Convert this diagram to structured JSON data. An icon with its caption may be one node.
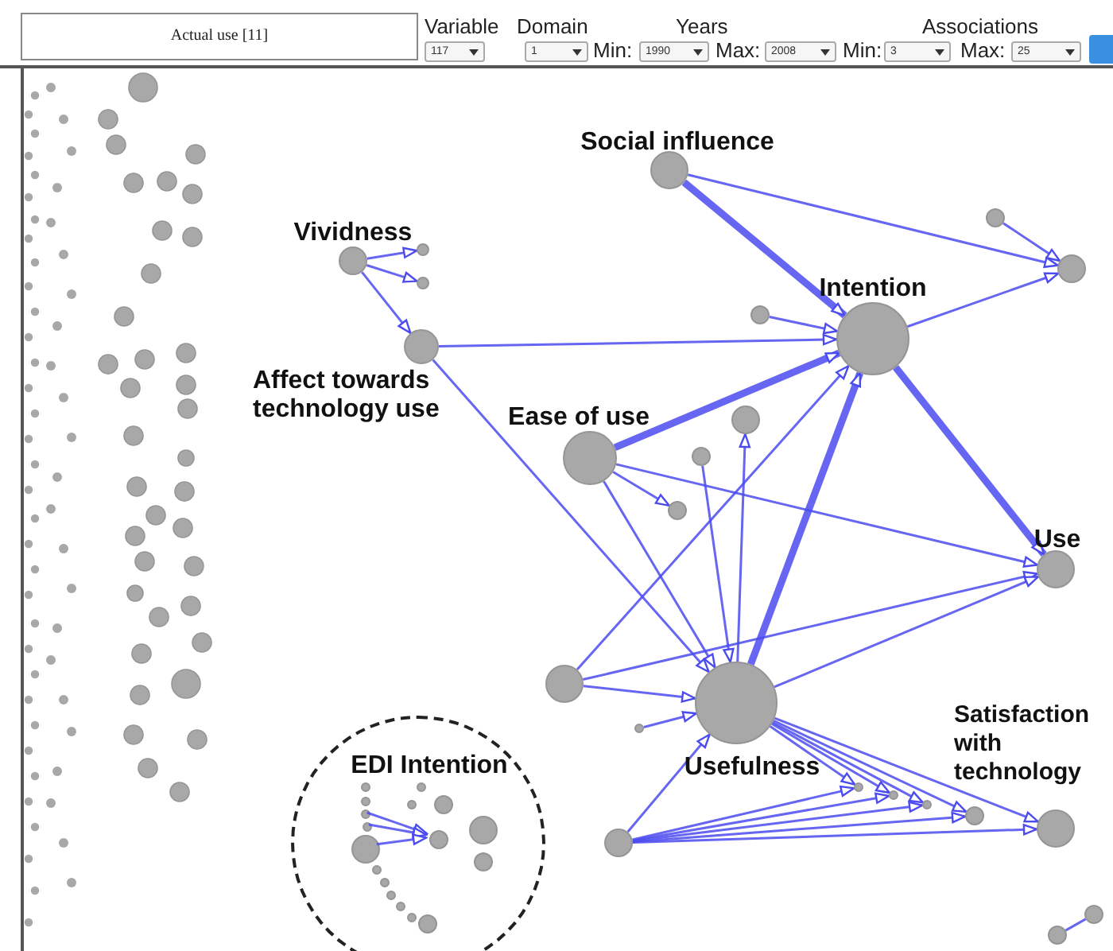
{
  "diagram": {
    "nodes": [
      {
        "text": [
          "Social influence"
        ]
      },
      {
        "text": [
          "Vividness"
        ]
      },
      {
        "text": [
          "Affect towards technology use"
        ]
      },
      {
        "text": [
          "Intention"
        ]
      },
      {
        "text": [
          "Ease of use"
        ]
      },
      {
        "text": [
          "Use"
        ]
      },
      {
        "text": [
          "Usefulness"
        ]
      },
      {
        "text": [
          "Satisfaction with technology"
        ]
      },
      {
        "text": [
          "EDI Intention"
        ]
      },
      {
        "text": [],
        "shape": "circle"
      },
      {
        "text": [],
        "shape": "circle"
      },
      {
        "text": [],
        "shape": "circle"
      },
      {
        "text": [],
        "shape": "circle"
      },
      {
        "text": [],
        "shape": "circle"
      },
      {
        "text": [],
        "shape": "circle"
      },
      {
        "text": [],
        "shape": "circle"
      },
      {
        "text": [],
        "shape": "circle"
      },
      {
        "text": [],
        "shape": "circle"
      },
      {
        "text": [],
        "shape": "circle"
      },
      {
        "text": [],
        "shape": "circle"
      },
      {
        "text": [],
        "shape": "circle"
      },
      {
        "text": [],
        "shape": "circle"
      },
      {
        "text": [],
        "shape": "circle"
      },
      {
        "text": [],
        "shape": "circle"
      },
      {
        "text": [],
        "shape": "circle"
      },
      {
        "text": [],
        "shape": "circle"
      },
      {
        "text": [],
        "shape": "circle",
        "in": 8
      },
      {
        "text": [],
        "shape": "circle",
        "in": 8
      },
      {
        "text": [],
        "shape": "circle",
        "in": 8
      },
      {
        "text": [],
        "shape": "circle",
        "in": 8
      },
      {
        "text": [],
        "shape": "circle",
        "in": 8
      },
      {
        "text": [],
        "shape": "circle",
        "in": 8
      },
      {
        "text": [],
        "shape": "circle",
        "in": 8
      },
      {
        "text": [],
        "shape": "circle",
        "in": 8
      },
      {
        "text": [],
        "shape": "circle",
        "in": 8
      },
      {
        "text": [],
        "shape": "circle",
        "in": 8
      },
      {
        "text": [],
        "shape": "circle",
        "in": 8
      },
      {
        "text": [],
        "shape": "circle",
        "in": 8
      },
      {
        "text": [],
        "shape": "circle",
        "in": 8
      },
      {
        "text": [],
        "shape": "circle",
        "in": 8
      },
      {
        "text": [],
        "shape": "circle",
        "in": 8
      },
      {
        "text": [],
        "shape": "circle",
        "in": 8
      },
      {
        "text": [],
        "shape": "circle",
        "in": 8
      }
    ],
    "edges": [
      {
        "from": 1,
        "to": 9,
        "arrow": "to"
      },
      {
        "from": 1,
        "to": 10,
        "arrow": "to"
      },
      {
        "from": 1,
        "to": 2,
        "arrow": "to"
      },
      {
        "from": 0,
        "to": 3,
        "arrow": "to",
        "style": "thick"
      },
      {
        "from": 0,
        "to": 12,
        "arrow": "to"
      },
      {
        "from": 2,
        "to": 3,
        "arrow": "to"
      },
      {
        "from": 2,
        "to": 6,
        "arrow": "to"
      },
      {
        "from": 13,
        "to": 3,
        "arrow": "to"
      },
      {
        "from": 4,
        "to": 3,
        "arrow": "to",
        "style": "thick"
      },
      {
        "from": 4,
        "to": 16,
        "arrow": "to"
      },
      {
        "from": 4,
        "to": 5,
        "arrow": "to"
      },
      {
        "from": 4,
        "to": 6,
        "arrow": "to"
      },
      {
        "from": 6,
        "to": 14,
        "arrow": "to"
      },
      {
        "from": 15,
        "to": 6,
        "arrow": "to"
      },
      {
        "from": 3,
        "to": 12,
        "arrow": "to"
      },
      {
        "from": 3,
        "to": 5,
        "arrow": "to",
        "style": "thick"
      },
      {
        "from": 6,
        "to": 3,
        "arrow": "to",
        "style": "thick"
      },
      {
        "from": 17,
        "to": 3,
        "arrow": "to"
      },
      {
        "from": 17,
        "to": 5,
        "arrow": "to"
      },
      {
        "from": 17,
        "to": 6,
        "arrow": "to"
      },
      {
        "from": 18,
        "to": 6,
        "arrow": "to"
      },
      {
        "from": 19,
        "to": 6,
        "arrow": "to"
      },
      {
        "from": 19,
        "to": 20,
        "arrow": "to"
      },
      {
        "from": 19,
        "to": 21,
        "arrow": "to"
      },
      {
        "from": 19,
        "to": 22,
        "arrow": "to"
      },
      {
        "from": 19,
        "to": 23,
        "arrow": "to"
      },
      {
        "from": 19,
        "to": 7,
        "arrow": "to"
      },
      {
        "from": 6,
        "to": 20,
        "arrow": "to"
      },
      {
        "from": 6,
        "to": 21,
        "arrow": "to"
      },
      {
        "from": 6,
        "to": 22,
        "arrow": "to"
      },
      {
        "from": 6,
        "to": 23,
        "arrow": "to"
      },
      {
        "from": 6,
        "to": 7,
        "arrow": "to"
      },
      {
        "from": 6,
        "to": 5,
        "arrow": "to"
      },
      {
        "from": 11,
        "to": 12,
        "arrow": "to"
      },
      {
        "from": 24,
        "to": 25,
        "arrow": "none"
      },
      {
        "from": 28,
        "to": 40,
        "arrow": "to"
      },
      {
        "from": 29,
        "to": 40,
        "arrow": "to"
      },
      {
        "from": 30,
        "to": 40,
        "arrow": "to"
      }
    ],
    "labels": [
      "Actual use [11]",
      "Variable",
      "Domain",
      "Years",
      "Associations",
      "117",
      "1",
      "Min:",
      "1990",
      "Max:",
      "2008",
      "Min:",
      "3",
      "Max:",
      "25"
    ]
  }
}
